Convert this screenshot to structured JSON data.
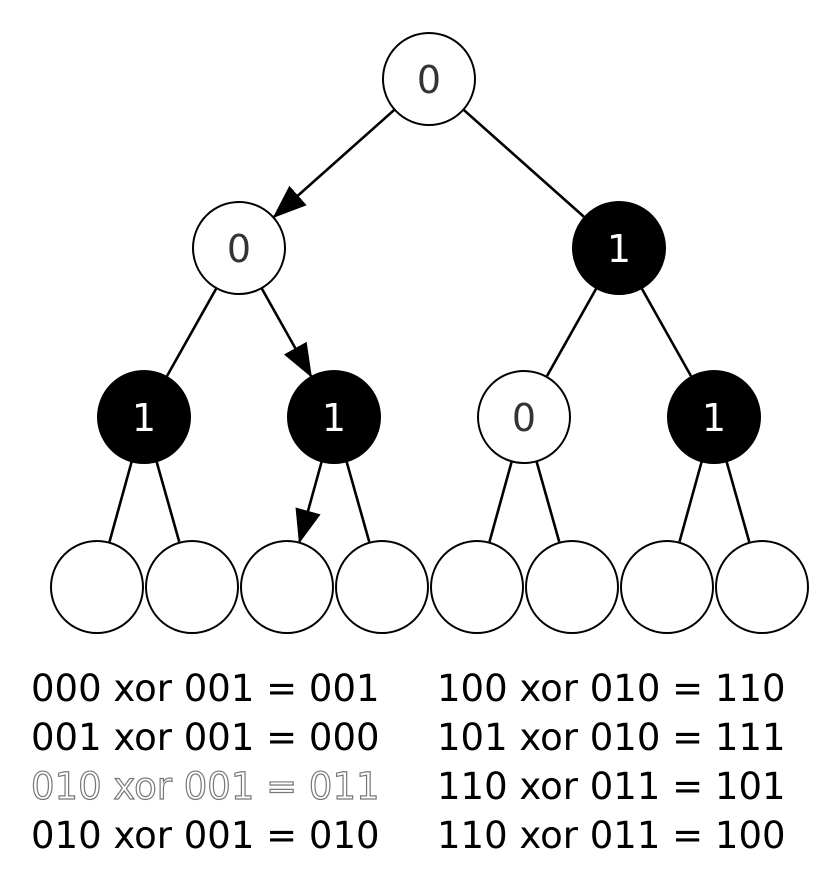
{
  "tree": {
    "root": {
      "id": "n0",
      "label": "0",
      "fill": "white"
    },
    "level1": [
      {
        "id": "n1",
        "label": "0",
        "fill": "white"
      },
      {
        "id": "n2",
        "label": "1",
        "fill": "black"
      }
    ],
    "level2": [
      {
        "id": "n3",
        "label": "1",
        "fill": "black"
      },
      {
        "id": "n4",
        "label": "1",
        "fill": "black"
      },
      {
        "id": "n5",
        "label": "0",
        "fill": "white"
      },
      {
        "id": "n6",
        "label": "1",
        "fill": "black"
      }
    ],
    "leaves": [
      {
        "id": "l0"
      },
      {
        "id": "l1"
      },
      {
        "id": "l2"
      },
      {
        "id": "l3"
      },
      {
        "id": "l4"
      },
      {
        "id": "l5"
      },
      {
        "id": "l6"
      },
      {
        "id": "l7"
      }
    ],
    "arrows": [
      {
        "from": "n0",
        "to": "n1"
      },
      {
        "from": "n1",
        "to": "n4"
      },
      {
        "from": "n4",
        "to": "l2"
      }
    ]
  },
  "equations": {
    "left": [
      {
        "text": "000 xor 001 = 001",
        "faded": false
      },
      {
        "text": "001 xor 001 = 000",
        "faded": false
      },
      {
        "text": "010 xor 001 = 011",
        "faded": true
      },
      {
        "text": "010 xor 001 = 010",
        "faded": false
      }
    ],
    "right": [
      {
        "text": "100 xor 010 = 110",
        "faded": false
      },
      {
        "text": "101 xor 010 = 111",
        "faded": false
      },
      {
        "text": "110 xor 011 = 101",
        "faded": false
      },
      {
        "text": "110 xor 011 = 100",
        "faded": false
      }
    ]
  },
  "colors": {
    "black_node": "#000000",
    "white_node": "#ffffff",
    "stroke": "#000000",
    "faded_text": "#777777"
  }
}
